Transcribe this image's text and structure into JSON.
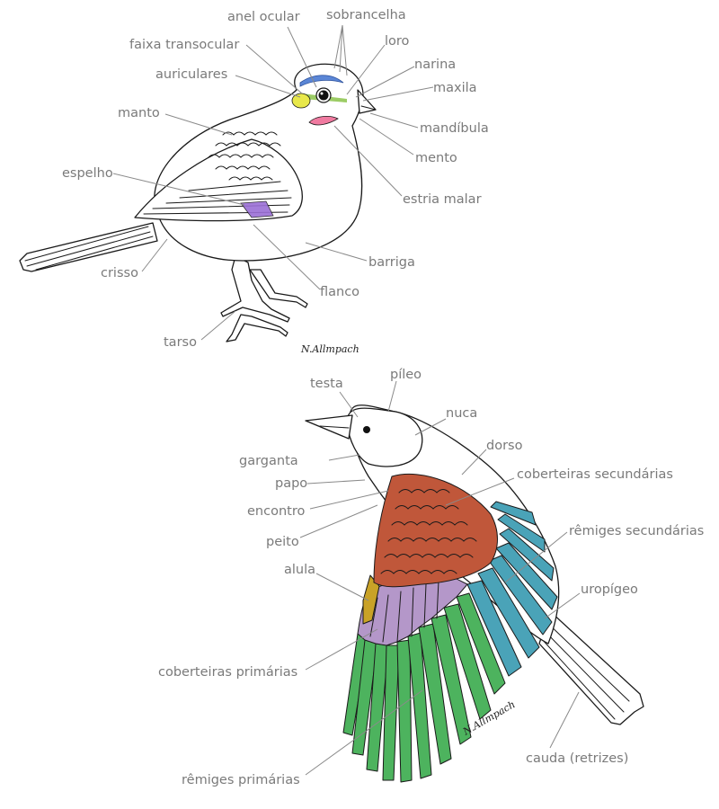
{
  "bird_top": {
    "labels": {
      "anel_ocular": "anel ocular",
      "sobrancelha": "sobrancelha",
      "faixa_transocular": "faixa transocular",
      "loro": "loro",
      "narina": "narina",
      "auriculares": "auriculares",
      "maxila": "maxila",
      "manto": "manto",
      "mandibula": "mandíbula",
      "mento": "mento",
      "espelho": "espelho",
      "estria_malar": "estria malar",
      "barriga": "barriga",
      "crisso": "crisso",
      "flanco": "flanco",
      "tarso": "tarso"
    },
    "signature": "N.Allmpach"
  },
  "bird_bottom": {
    "labels": {
      "testa": "testa",
      "pileo": "píleo",
      "nuca": "nuca",
      "dorso": "dorso",
      "garganta": "garganta",
      "papo": "papo",
      "coberteiras_secundarias": "coberteiras secundárias",
      "encontro": "encontro",
      "peito": "peito",
      "remiges_secundarias": "rêmiges secundárias",
      "alula": "alula",
      "uropigeo": "uropígeo",
      "coberteiras_primarias": "coberteiras primárias",
      "cauda": "cauda (retrizes)",
      "remiges_primarias": "rêmiges primárias"
    },
    "signature": "N.Allmpach"
  },
  "colors": {
    "sobrancelha": "#5b86d6",
    "faixa_transocular": "#9ccc65",
    "auriculares": "#e8e84a",
    "estria_malar": "#f07aa0",
    "espelho": "#9b6fd6",
    "coberteiras_secundarias": "#c0573a",
    "remiges_secundarias": "#4aa3b8",
    "alula": "#c9a227",
    "coberteiras_primarias": "#b497c9",
    "remiges_primarias": "#4db35e"
  }
}
